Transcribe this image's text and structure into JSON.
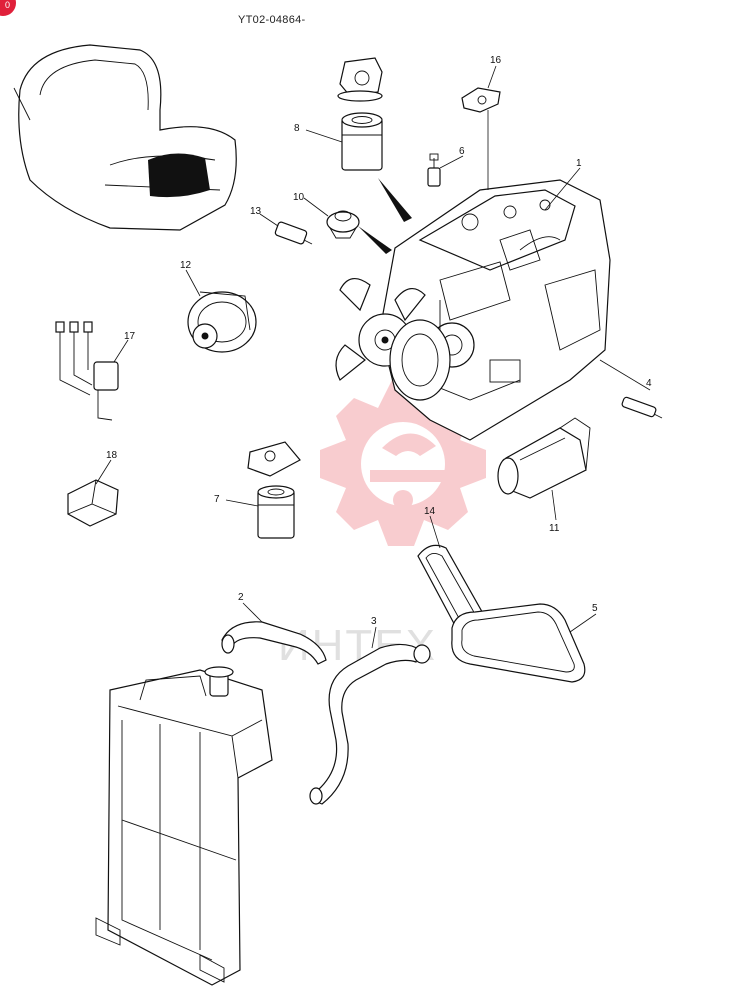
{
  "document": {
    "code": "YT02-04864-",
    "badge": "0"
  },
  "watermark": {
    "text": "ИНТЕХ",
    "color": "#f4a4a8",
    "icon": "gear-logo-icon"
  },
  "callouts": [
    {
      "id": "c1",
      "label": "1",
      "part_icon": "engine-assembly-icon"
    },
    {
      "id": "c2",
      "label": "2",
      "part_icon": "upper-radiator-hose-icon"
    },
    {
      "id": "c3",
      "label": "3",
      "part_icon": "lower-radiator-hose-icon"
    },
    {
      "id": "c4",
      "label": "4",
      "part_icon": "glow-plug-icon"
    },
    {
      "id": "c5",
      "label": "5",
      "part_icon": "drive-belt-icon"
    },
    {
      "id": "c6",
      "label": "6",
      "part_icon": "sensor-switch-icon"
    },
    {
      "id": "c7",
      "label": "7",
      "part_icon": "fuel-filter-icon"
    },
    {
      "id": "c8",
      "label": "8",
      "part_icon": "oil-filter-icon"
    },
    {
      "id": "c10",
      "label": "10",
      "part_icon": "thermostat-icon"
    },
    {
      "id": "c11",
      "label": "11",
      "part_icon": "starter-motor-icon"
    },
    {
      "id": "c12",
      "label": "12",
      "part_icon": "alternator-icon"
    },
    {
      "id": "c13",
      "label": "13",
      "part_icon": "pressure-switch-icon"
    },
    {
      "id": "c14",
      "label": "14",
      "part_icon": "fan-belt-icon"
    },
    {
      "id": "c16",
      "label": "16",
      "part_icon": "gasket-icon"
    },
    {
      "id": "c17",
      "label": "17",
      "part_icon": "relay-harness-icon"
    },
    {
      "id": "c18",
      "label": "18",
      "part_icon": "relay-icon"
    }
  ],
  "extra_parts": [
    {
      "id": "seat",
      "part_icon": "operator-seat-icon"
    },
    {
      "id": "radiator",
      "part_icon": "radiator-icon"
    }
  ]
}
